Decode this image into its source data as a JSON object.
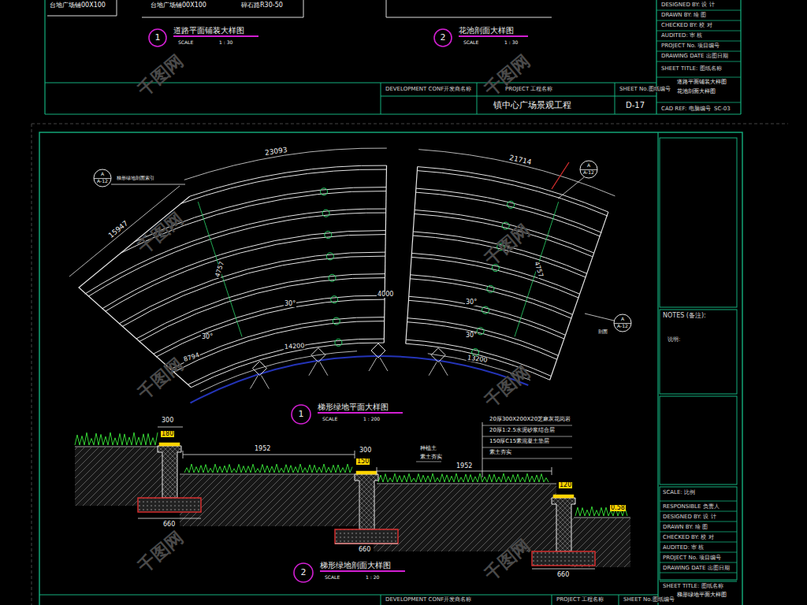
{
  "diagram": {
    "nodes": [
      {
        "text": [
          "1",
          "道路平面铺装大样图",
          "SCALE",
          "1 : 30"
        ]
      },
      {
        "text": [
          "2",
          "花池剖面大样图",
          "SCALE",
          "1 : 30"
        ]
      },
      {
        "text": [
          "1",
          "梯形绿地平面大样图",
          "SCALE",
          "1 : 200"
        ]
      },
      {
        "text": [
          "2",
          "梯形绿地剖面大样图",
          "SCALE",
          "1 : 20"
        ]
      }
    ],
    "labels": [
      "台地广场铺00X100",
      "台地广场铺00X100",
      "碎石路R30-50",
      "DEVELOPMENT CONF开发商名称",
      "PROJECT 工程名称",
      "SHEET No.图纸编号",
      "镇中心广场景观工程",
      "D-17",
      "DESIGNED BY: 设 计",
      "DRAWN BY: 绘 图",
      "CHECKED BY: 校 对",
      "AUDITED: 审 核",
      "PROJECT No. 项目编号",
      "DRAWING DATE 出图日期",
      "SHEET TITLE: 图纸名称",
      "道路平面铺装大样图",
      "花池剖面大样图",
      "CAD REF: 电脑编号",
      "SC-03",
      "23093",
      "21714",
      "15947",
      "4000",
      "14200",
      "13200",
      "8794",
      "30°",
      "30°",
      "30°",
      "30°",
      "4757",
      "4757",
      "A",
      "A-12",
      "A",
      "A-12",
      "A",
      "A-12",
      "梯形绿地剖面索引",
      "剖面",
      "300",
      "180",
      "1952",
      "300",
      "150",
      "1952",
      "120",
      "0.58",
      "660",
      "660",
      "660",
      "20厚300X200X20芝麻灰花岗岩",
      "20厚1:2.5水泥砂浆结合层",
      "150厚C15素混凝土垫层",
      "素土夯实",
      "种植土",
      "素土夯实",
      "NOTES (备注):",
      "说明:",
      "SCALE: 比例",
      "RESPONSIBLE 负责人",
      "DESIGNED BY: 设 计",
      "DRAWN BY: 绘 图",
      "CHECKED BY: 校 对",
      "AUDITED: 审 核",
      "PROJECT No. 项目编号",
      "DRAWING DATE 出图日期",
      "SHEET TITLE: 图纸名称",
      "梯形绿地平面大样图",
      "DEVELOPMENT CONF开发商名称",
      "PROJECT 工程名称",
      "SHEET No.图纸编号",
      "千图网",
      "千图网",
      "千图网",
      "千图网",
      "千图网",
      "千图网",
      "千图网",
      "千图网"
    ]
  }
}
